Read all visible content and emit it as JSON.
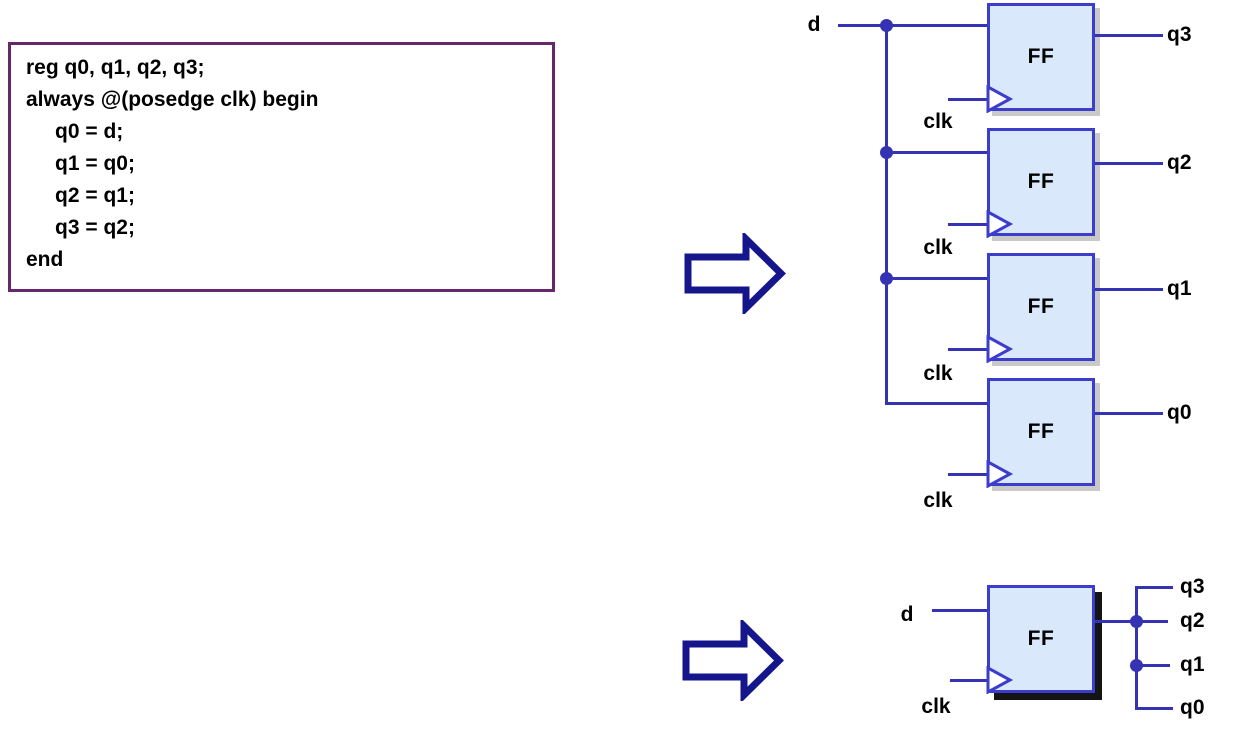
{
  "code_block": {
    "lines": [
      {
        "text": "reg q0, q1, q2, q3;"
      },
      {
        "text": "always @(posedge clk) begin"
      },
      {
        "text": "q0 = d;"
      },
      {
        "text": "q1 = q0;"
      },
      {
        "text": "q2 = q1;"
      },
      {
        "text": "q3 = q2;"
      },
      {
        "text": "end"
      }
    ]
  },
  "top_diagram": {
    "input_label": "d",
    "clk_label": "clk",
    "ff_label": "FF",
    "flipflops": [
      {
        "output_label": "q3"
      },
      {
        "output_label": "q2"
      },
      {
        "output_label": "q1"
      },
      {
        "output_label": "q0"
      }
    ]
  },
  "bottom_diagram": {
    "input_label": "d",
    "clk_label": "clk",
    "ff_label": "FF",
    "output_labels": [
      "q3",
      "q2",
      "q1",
      "q0"
    ]
  },
  "colors": {
    "wire_blue": "#3333b3",
    "ff_border_blue": "#3d3dcc",
    "ff_fill_blue": "#d9e8fb",
    "ff_shadow_gray": "#c9c9c9",
    "ff_shadow_black": "#141414",
    "arrow_navy": "#15158c",
    "code_border_purple": "#66276b",
    "text_black": "#000000"
  }
}
